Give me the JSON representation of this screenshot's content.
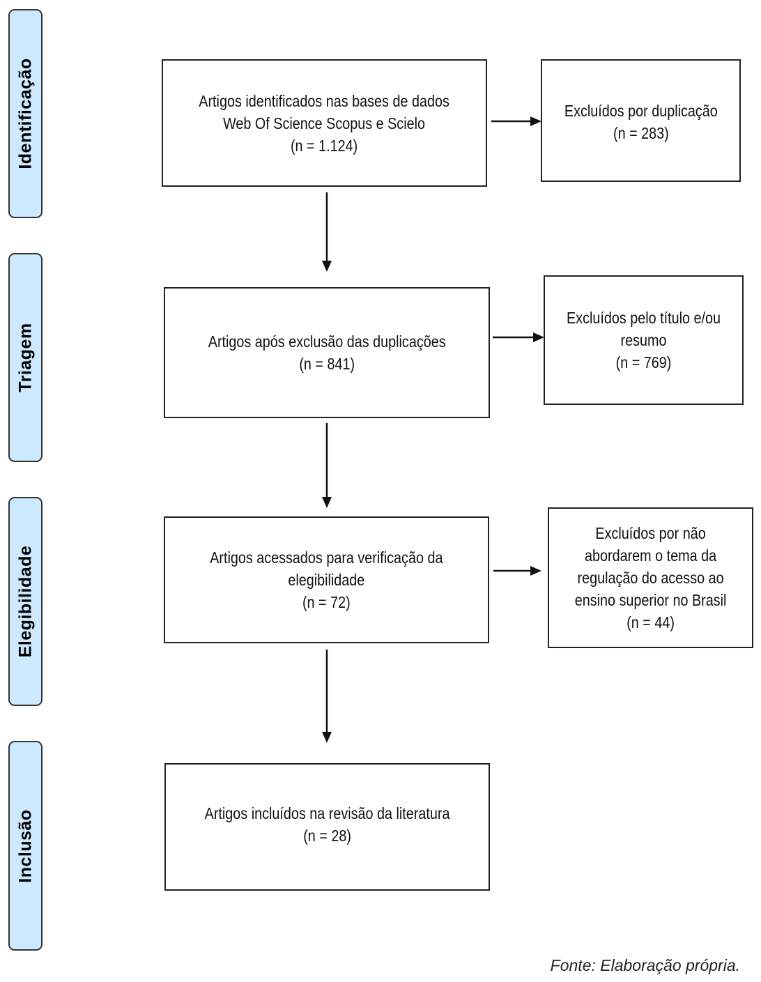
{
  "stages": [
    {
      "key": "identificacao",
      "label": "Identificação"
    },
    {
      "key": "triagem",
      "label": "Triagem"
    },
    {
      "key": "elegibilidade",
      "label": "Elegibilidade"
    },
    {
      "key": "inclusao",
      "label": "Inclusão"
    }
  ],
  "boxes": {
    "identified": {
      "lines": [
        "Artigos identificados nas bases de dados",
        "Web Of Science Scopus e Scielo",
        "(n = 1.124)"
      ]
    },
    "excluded_duplicates": {
      "lines": [
        "Excluídos por duplicação",
        "(n = 283)"
      ]
    },
    "after_dedup": {
      "lines": [
        "Artigos após exclusão das duplicações",
        "(n = 841)"
      ]
    },
    "excluded_title": {
      "lines": [
        "Excluídos pelo título e/ou",
        "resumo",
        "(n = 769)"
      ]
    },
    "eligibility": {
      "lines": [
        "Artigos acessados para verificação da",
        "elegibilidade",
        "(n = 72)"
      ]
    },
    "excluded_topic": {
      "lines": [
        "Excluídos por não",
        "abordarem o tema da",
        "regulação do acesso ao",
        "ensino superior no Brasil",
        "(n = 44)"
      ]
    },
    "included": {
      "lines": [
        "Artigos incluídos na revisão da literatura",
        "(n = 28)"
      ]
    }
  },
  "footer": "Fonte: Elaboração própria.",
  "colors": {
    "stage_fill": "#cce9ff",
    "stage_border": "#333333",
    "box_border": "#222222",
    "arrow": "#111111"
  }
}
